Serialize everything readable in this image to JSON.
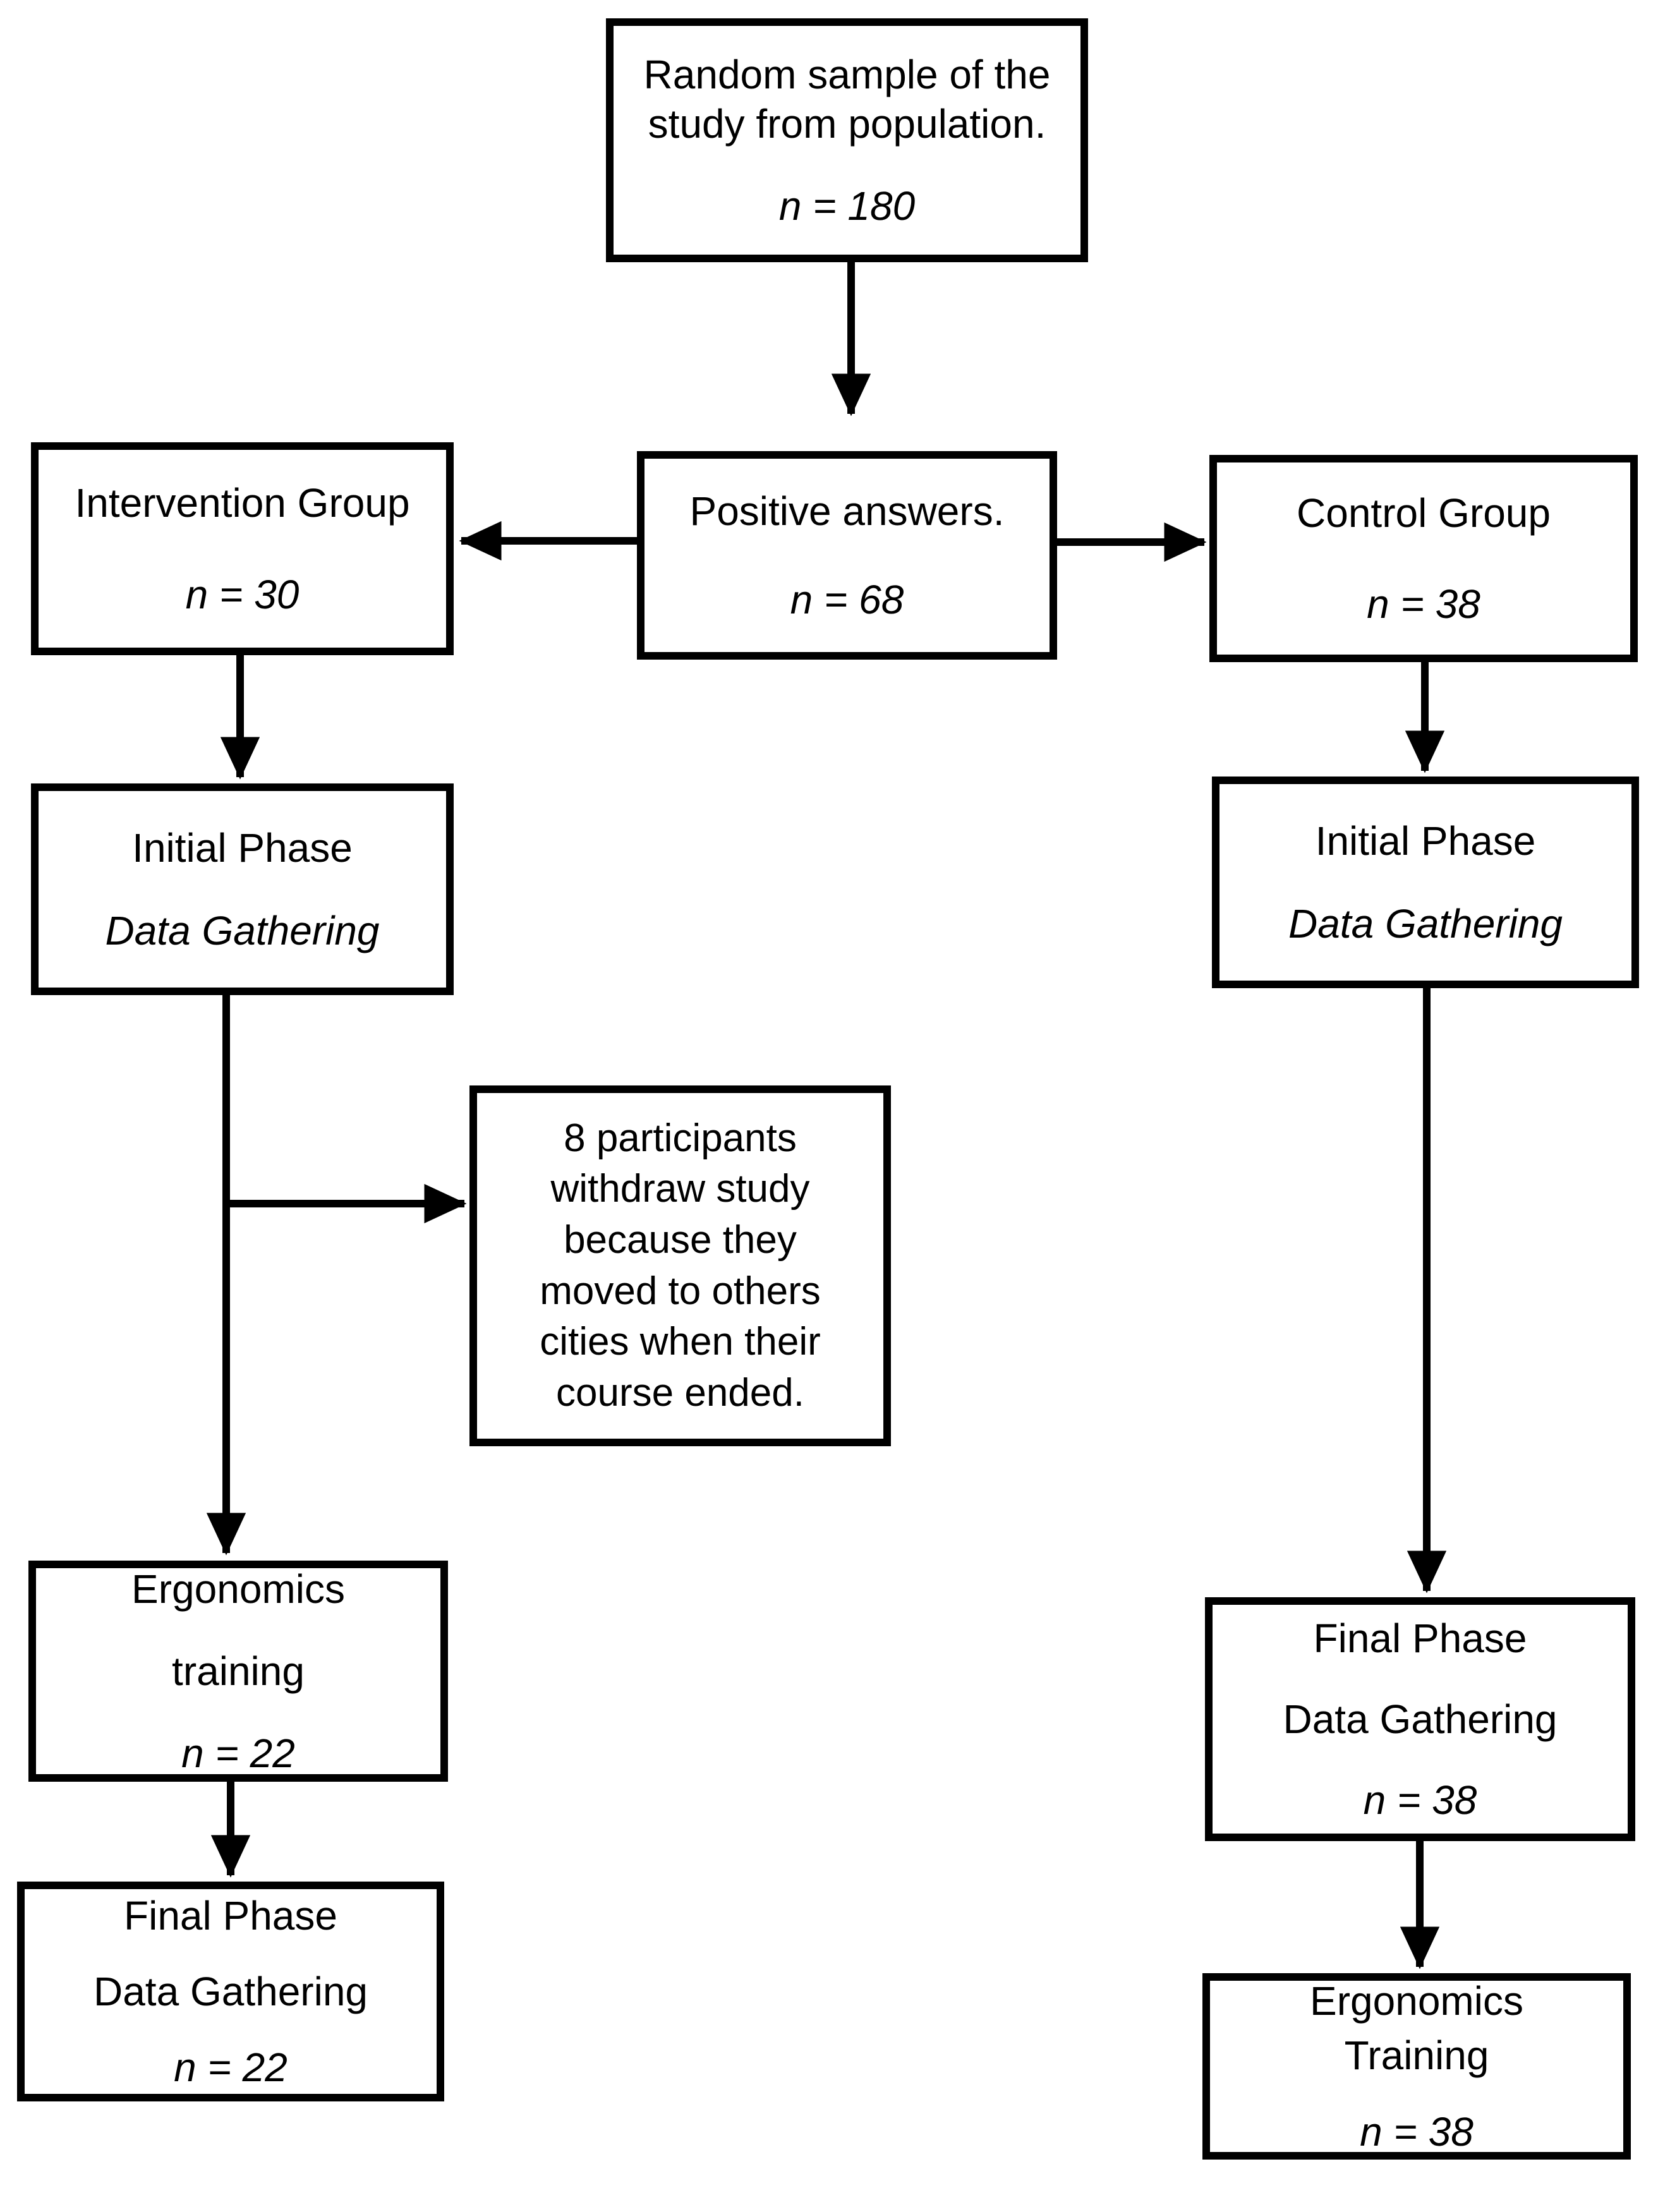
{
  "colors": {
    "line": "#000000",
    "box_border": "#000000",
    "background": "#ffffff",
    "text": "#000000"
  },
  "nodes": {
    "random_sample": {
      "title": "Random sample of the study from population.",
      "n": "n = 180"
    },
    "positive_answers": {
      "title": "Positive answers.",
      "n": "n = 68"
    },
    "intervention_group": {
      "title": "Intervention Group",
      "n": "n = 30"
    },
    "control_group": {
      "title": "Control Group",
      "n": "n = 38"
    },
    "initial_phase_left": {
      "title": "Initial Phase",
      "subtitle": "Data Gathering"
    },
    "initial_phase_right": {
      "title": "Initial Phase",
      "subtitle": "Data Gathering"
    },
    "withdraw_note": {
      "text": "8 participants withdraw study because they moved to others cities when their course ended."
    },
    "ergonomics_training_left": {
      "line1": "Ergonomics",
      "line2": "training",
      "n": "n = 22"
    },
    "final_phase_left": {
      "title": "Final Phase",
      "subtitle": "Data Gathering",
      "n": "n = 22"
    },
    "final_phase_right": {
      "title": "Final Phase",
      "subtitle": "Data Gathering",
      "n": "n = 38"
    },
    "ergonomics_training_right": {
      "line1": "Ergonomics",
      "line2": "Training",
      "n": "n = 38"
    }
  }
}
